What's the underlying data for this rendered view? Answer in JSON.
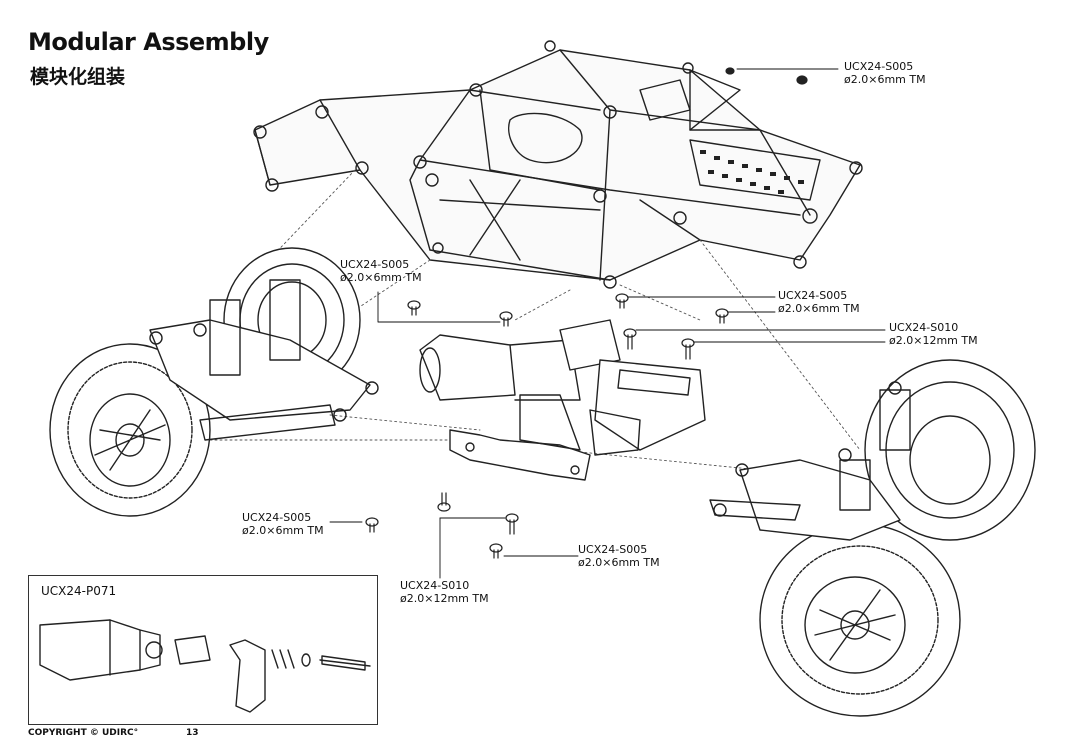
{
  "header": {
    "title": "Modular Assembly",
    "subtitle": "模块化组装"
  },
  "callouts": [
    {
      "code": "UCX24-S005",
      "spec": "ø2.0×6mm TM"
    },
    {
      "code": "UCX24-S005",
      "spec": "ø2.0×6mm TM"
    },
    {
      "code": "UCX24-S005",
      "spec": "ø2.0×6mm TM"
    },
    {
      "code": "UCX24-S010",
      "spec": "ø2.0×12mm TM"
    },
    {
      "code": "UCX24-S005",
      "spec": "ø2.0×6mm TM"
    },
    {
      "code": "UCX24-S005",
      "spec": "ø2.0×6mm TM"
    },
    {
      "code": "UCX24-S010",
      "spec": "ø2.0×12mm TM"
    }
  ],
  "inset": {
    "label": "UCX24-P071"
  },
  "footer": {
    "copyright": "COPYRIGHT © UDIRC°",
    "page_number": "13"
  }
}
